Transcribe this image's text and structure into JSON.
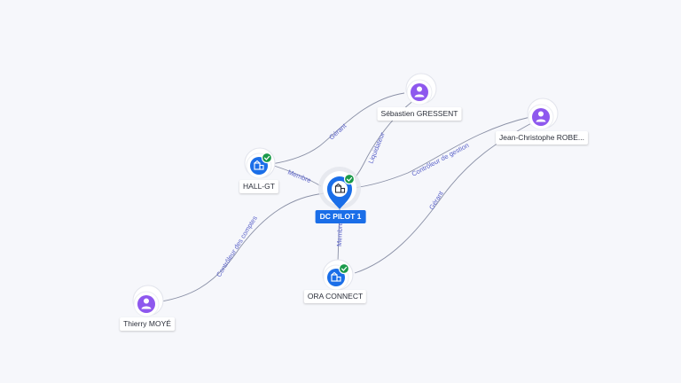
{
  "graph": {
    "nodes": {
      "dc_pilot": {
        "label": "DC PILOT 1",
        "kind": "company",
        "verified": true,
        "main": true,
        "icon": "building-icon"
      },
      "hall_gt": {
        "label": "HALL-GT",
        "kind": "company",
        "verified": true,
        "icon": "building-icon"
      },
      "ora_connect": {
        "label": "ORA CONNECT",
        "kind": "company",
        "verified": true,
        "icon": "building-icon"
      },
      "sebastien": {
        "label": "Sébastien GRESSENT",
        "kind": "person",
        "icon": "person-icon"
      },
      "jean_christophe": {
        "label": "Jean-Christophe ROBE...",
        "kind": "person",
        "icon": "person-icon"
      },
      "thierry": {
        "label": "Thierry MOYÉ",
        "kind": "person",
        "icon": "person-icon"
      }
    },
    "edges": {
      "seb_hall": {
        "from": "sebastien",
        "to": "hall_gt",
        "label": "Gérant"
      },
      "seb_dc": {
        "from": "sebastien",
        "to": "dc_pilot",
        "label": "Liquidateur"
      },
      "hall_dc": {
        "from": "hall_gt",
        "to": "dc_pilot",
        "label": "Membre"
      },
      "jc_dc": {
        "from": "jean_christophe",
        "to": "dc_pilot",
        "label": "Contrôleur de gestion"
      },
      "jc_ora": {
        "from": "jean_christophe",
        "to": "ora_connect",
        "label": "Gérant"
      },
      "thierry_dc": {
        "from": "thierry",
        "to": "dc_pilot",
        "label": "Contrôleur des comptes"
      },
      "ora_dc": {
        "from": "ora_connect",
        "to": "dc_pilot",
        "label": "Membre"
      }
    }
  }
}
